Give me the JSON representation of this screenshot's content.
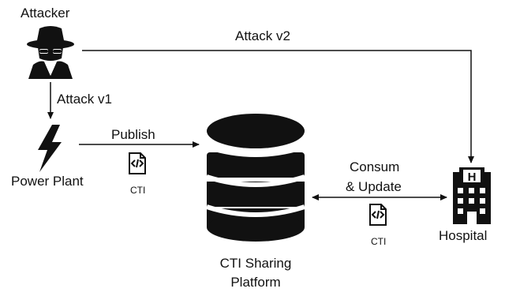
{
  "nodes": {
    "attacker": {
      "label": "Attacker",
      "icon": "spy-icon"
    },
    "power_plant": {
      "label": "Power Plant",
      "icon": "lightning-bolt-icon"
    },
    "platform": {
      "label_line1": "CTI Sharing",
      "label_line2": "Platform",
      "icon": "database-icon"
    },
    "hospital": {
      "label": "Hospital",
      "icon": "hospital-building-icon"
    }
  },
  "edges": {
    "attack_v1": "Attack v1",
    "attack_v2": "Attack v2",
    "publish": "Publish",
    "consume_update_line1": "Consum",
    "consume_update_line2": "& Update"
  },
  "documents": {
    "publish_doc": {
      "label": "CTI",
      "icon": "code-document-icon"
    },
    "exchange_doc": {
      "label": "CTI",
      "icon": "code-document-icon"
    }
  },
  "colors": {
    "ink": "#111111",
    "background": "#ffffff"
  }
}
